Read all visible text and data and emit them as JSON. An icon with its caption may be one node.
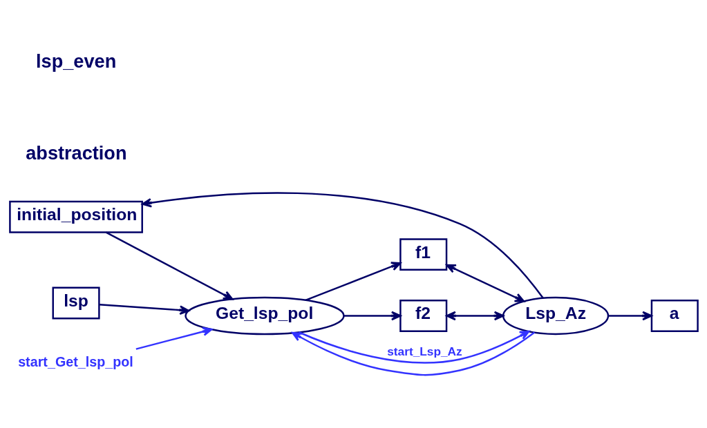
{
  "diagram": {
    "nodes": [
      {
        "text": [
          "initial_position"
        ]
      },
      {
        "text": [
          "lsp"
        ]
      },
      {
        "text": [
          "Get_lsp_pol"
        ]
      },
      {
        "text": [
          "f1"
        ]
      },
      {
        "text": [
          "f2"
        ]
      },
      {
        "text": [
          "Lsp_Az"
        ]
      },
      {
        "text": [
          "a"
        ]
      },
      {
        "text": [
          "start_Get_lsp_pol"
        ]
      }
    ],
    "edges": [
      {
        "from": 0,
        "to": 2,
        "arrow": "to"
      },
      {
        "from": 1,
        "to": 2,
        "arrow": "to"
      },
      {
        "from": 2,
        "to": 3,
        "arrow": "to"
      },
      {
        "from": 2,
        "to": 4,
        "arrow": "to"
      },
      {
        "from": 3,
        "to": 5,
        "arrow": "both"
      },
      {
        "from": 4,
        "to": 5,
        "arrow": "both"
      },
      {
        "from": 5,
        "to": 6,
        "arrow": "to"
      },
      {
        "from": 5,
        "to": 0,
        "arrow": "to"
      },
      {
        "from": 2,
        "to": 5,
        "arrow": "to",
        "label": "start_Lsp_Az",
        "color": "#3333ff"
      },
      {
        "from": 7,
        "to": 2,
        "arrow": "to",
        "color": "#3333ff"
      },
      {
        "from": 5,
        "to": 2,
        "arrow": "to",
        "color": "#3333ff"
      }
    ],
    "labels": [
      "lsp_even",
      "abstraction"
    ]
  }
}
